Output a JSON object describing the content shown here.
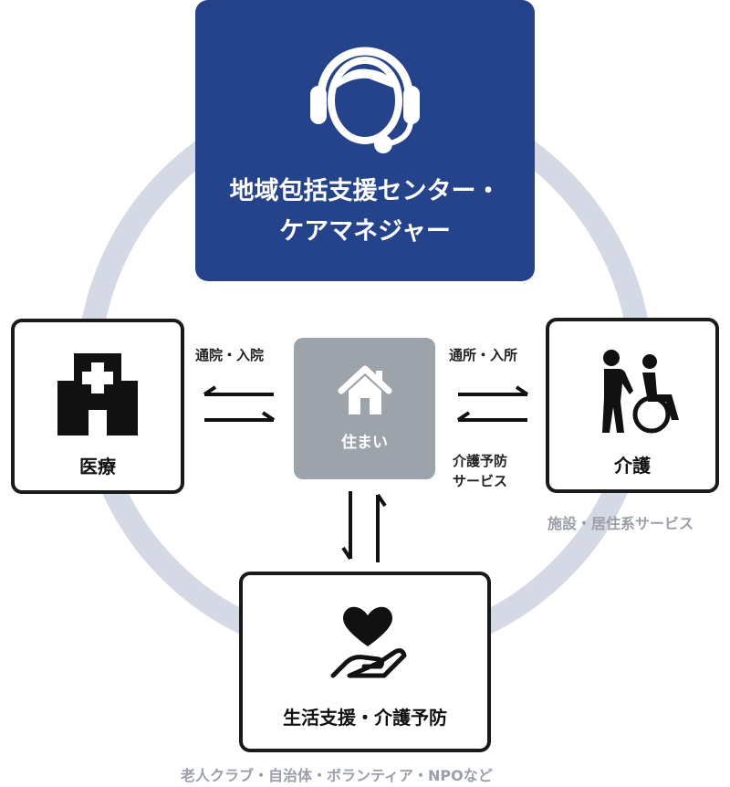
{
  "colors": {
    "top_bg": "#25438a",
    "ring": "#d5d9e6",
    "center_bg": "#9da3aa",
    "border": "#1a1a1a",
    "caption": "#9a9fa8"
  },
  "top": {
    "icon": "headset-icon",
    "line1": "地域包括支援センター・",
    "line2": "ケアマネジャー"
  },
  "center": {
    "icon": "house-icon",
    "label": "住まい"
  },
  "left": {
    "icon": "hospital-icon",
    "label": "医療",
    "connector_label": "通院・入院"
  },
  "right": {
    "icon": "wheelchair-care-icon",
    "label": "介護",
    "connector_label_top": "通所・入所",
    "connector_label_bottom_1": "介護予防",
    "connector_label_bottom_2": "サービス",
    "caption": "施設・居住系サービス"
  },
  "bottom": {
    "icon": "heart-hand-icon",
    "label": "生活支援・介護予防",
    "caption": "老人クラブ・自治体・ボランティア・NPOなど"
  }
}
